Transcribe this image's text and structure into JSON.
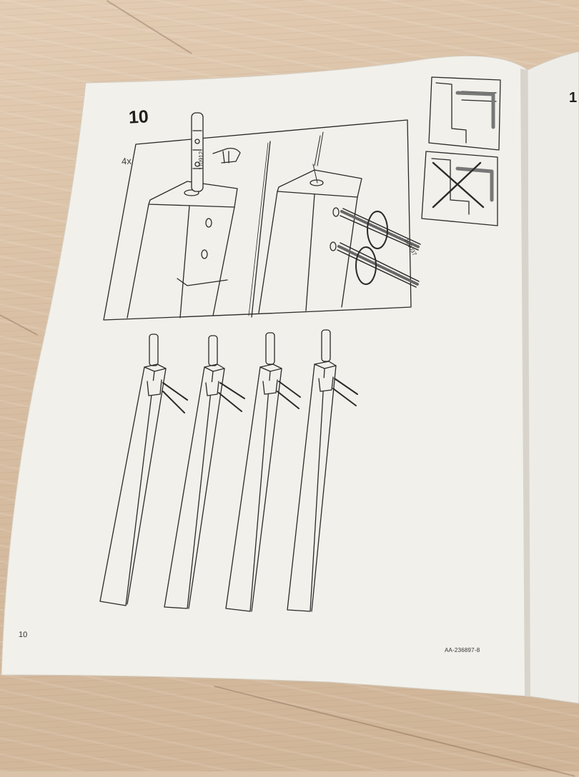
{
  "instruction_page": {
    "step_number": "10",
    "quantity": "4x",
    "part_numbers": [
      "110912",
      "100037"
    ],
    "page_number": "10",
    "document_code": "AA-236897-8",
    "next_page_number": "1"
  },
  "colors": {
    "paper": "#f2f0ea",
    "ink": "#2a2a2a",
    "floor": "#d9c2a8"
  }
}
